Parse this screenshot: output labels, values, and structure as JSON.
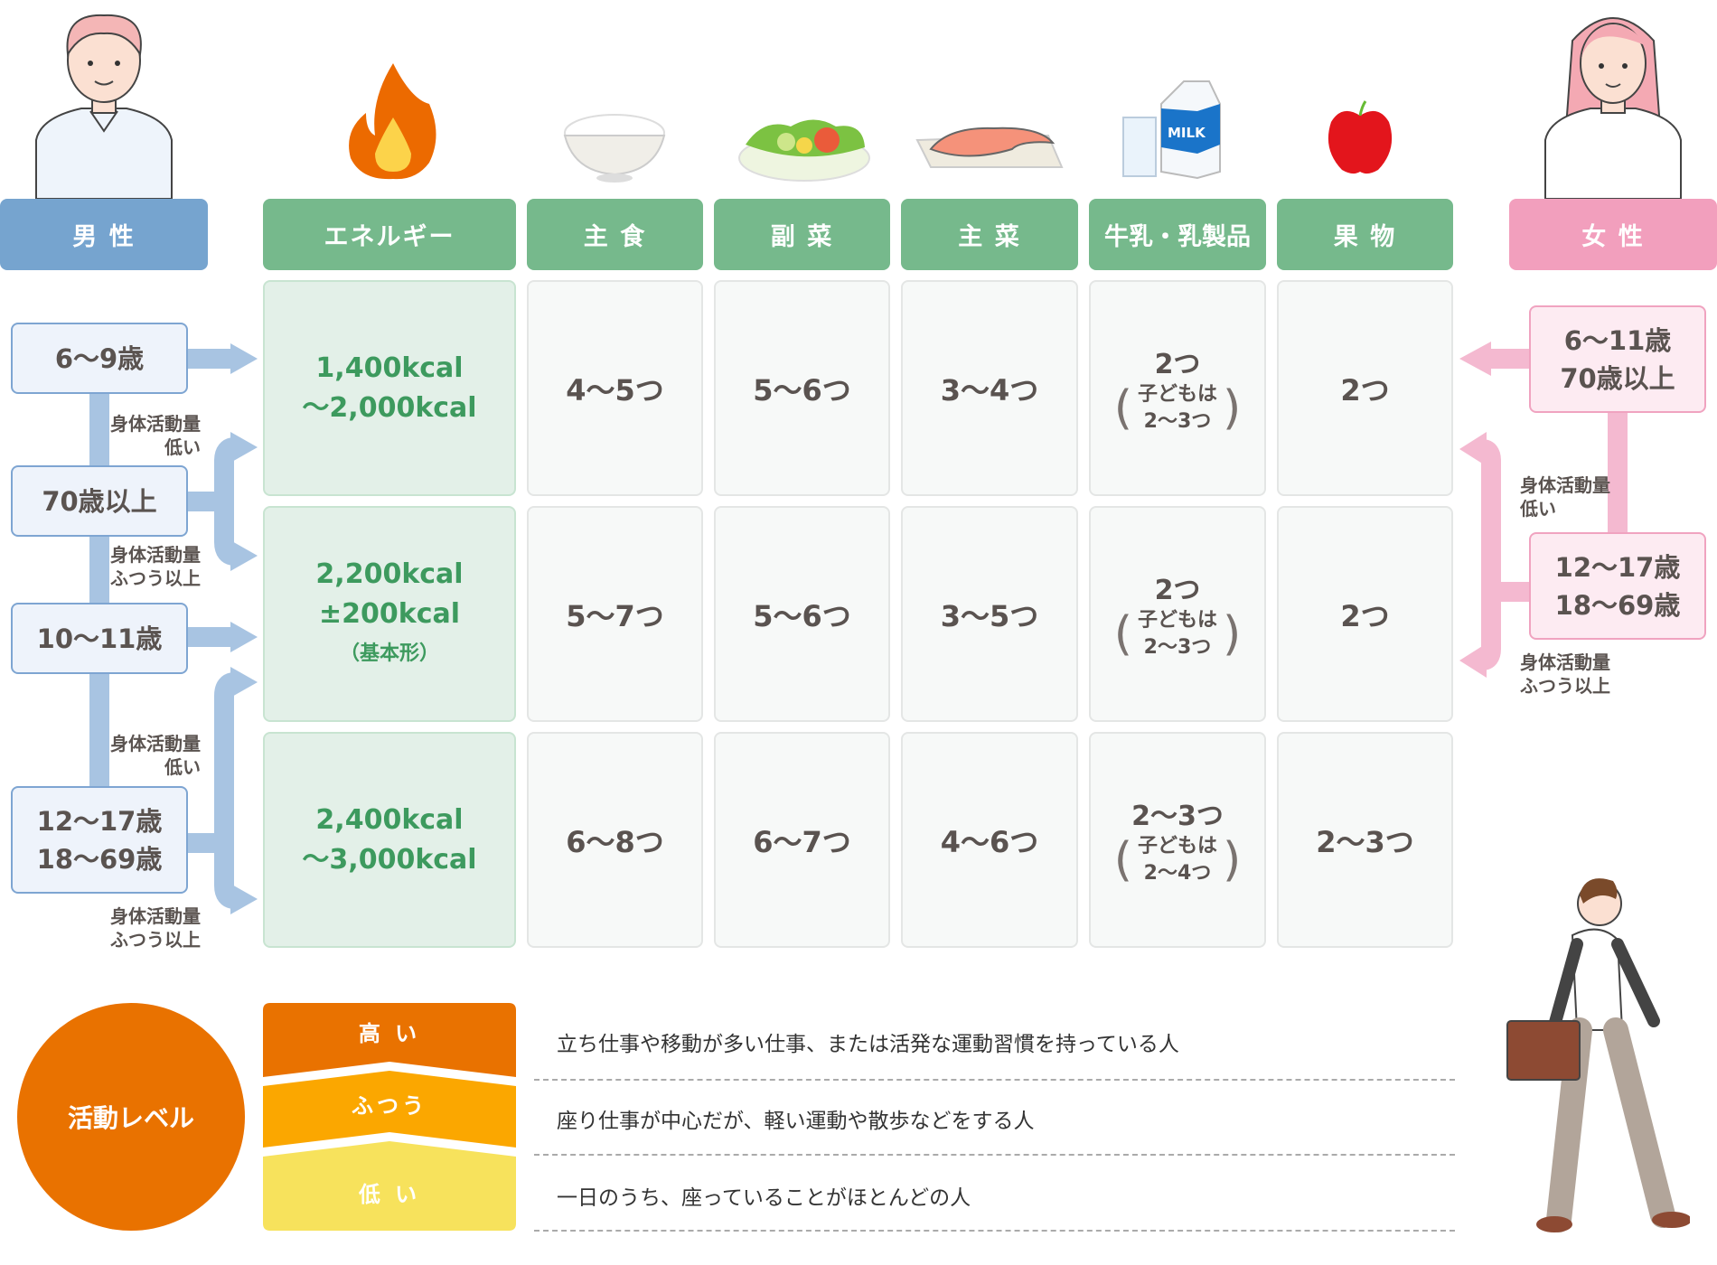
{
  "headers": {
    "male": "男 性",
    "female": "女 性",
    "columns": [
      "エネルギー",
      "主 食",
      "副 菜",
      "主 菜",
      "牛乳・乳製品",
      "果 物"
    ]
  },
  "icons": [
    "male-person",
    "flame",
    "rice-bowl",
    "salad",
    "grilled-salmon",
    "milk",
    "apple",
    "female-person",
    "walking-businessman"
  ],
  "energy": [
    {
      "lines": [
        "1,400kcal",
        "～2,000kcal"
      ]
    },
    {
      "lines": [
        "2,200kcal",
        "±200kcal"
      ],
      "note": "（基本形）"
    },
    {
      "lines": [
        "2,400kcal",
        "～3,000kcal"
      ]
    }
  ],
  "rows": [
    {
      "staple": "4～5つ",
      "side": "5～6つ",
      "main": "3～4つ",
      "dairy": "2つ",
      "dairy_child_label": "子どもは",
      "dairy_child": "2～3つ",
      "fruit": "2つ"
    },
    {
      "staple": "5～7つ",
      "side": "5～6つ",
      "main": "3～5つ",
      "dairy": "2つ",
      "dairy_child_label": "子どもは",
      "dairy_child": "2～3つ",
      "fruit": "2つ"
    },
    {
      "staple": "6～8つ",
      "side": "6～7つ",
      "main": "4～6つ",
      "dairy": "2～3つ",
      "dairy_child_label": "子どもは",
      "dairy_child": "2～4つ",
      "fruit": "2～3つ"
    }
  ],
  "male": {
    "ages": [
      "6～9歳",
      "70歳以上",
      "10～11歳",
      "12～17歳",
      "18～69歳"
    ],
    "notes": [
      [
        "身体活動量",
        "低い"
      ],
      [
        "身体活動量",
        "ふつう以上"
      ],
      [
        "身体活動量",
        "低い"
      ],
      [
        "身体活動量",
        "ふつう以上"
      ]
    ]
  },
  "female": {
    "ages": [
      "6～11歳",
      "70歳以上",
      "12～17歳",
      "18～69歳"
    ],
    "notes": [
      [
        "身体活動量",
        "低い"
      ],
      [
        "身体活動量",
        "ふつう以上"
      ]
    ]
  },
  "milk_label": "MILK",
  "activity": {
    "title": "活動レベル",
    "levels": [
      {
        "label": "高 い",
        "desc": "立ち仕事や移動が多い仕事、または活発な運動習慣を持っている人",
        "color": "#e97200"
      },
      {
        "label": "ふつう",
        "desc": "座り仕事が中心だが、軽い運動や散歩などをする人",
        "color": "#fba700"
      },
      {
        "label": "低 い",
        "desc": "一日のうち、座っていることがほとんどの人",
        "color": "#f7e25c"
      }
    ]
  },
  "colors": {
    "male": "#76a4cf",
    "female": "#f29fbd",
    "green": "#76b98c",
    "orange": "#e97200"
  }
}
